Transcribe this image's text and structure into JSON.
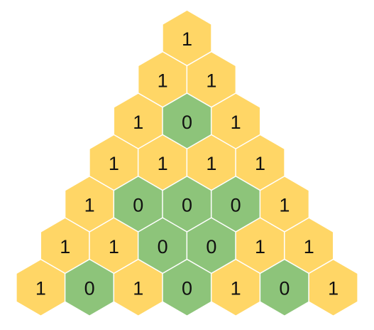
{
  "colors": {
    "one": "#FFD666",
    "zero": "#8DC47A",
    "background": "#FFFFFF",
    "text": "#111111"
  },
  "rows": [
    [
      "1"
    ],
    [
      "1",
      "1"
    ],
    [
      "1",
      "0",
      "1"
    ],
    [
      "1",
      "1",
      "1",
      "1"
    ],
    [
      "1",
      "0",
      "0",
      "0",
      "1"
    ],
    [
      "1",
      "1",
      "0",
      "0",
      "1",
      "1"
    ],
    [
      "1",
      "0",
      "1",
      "0",
      "1",
      "0",
      "1"
    ]
  ]
}
